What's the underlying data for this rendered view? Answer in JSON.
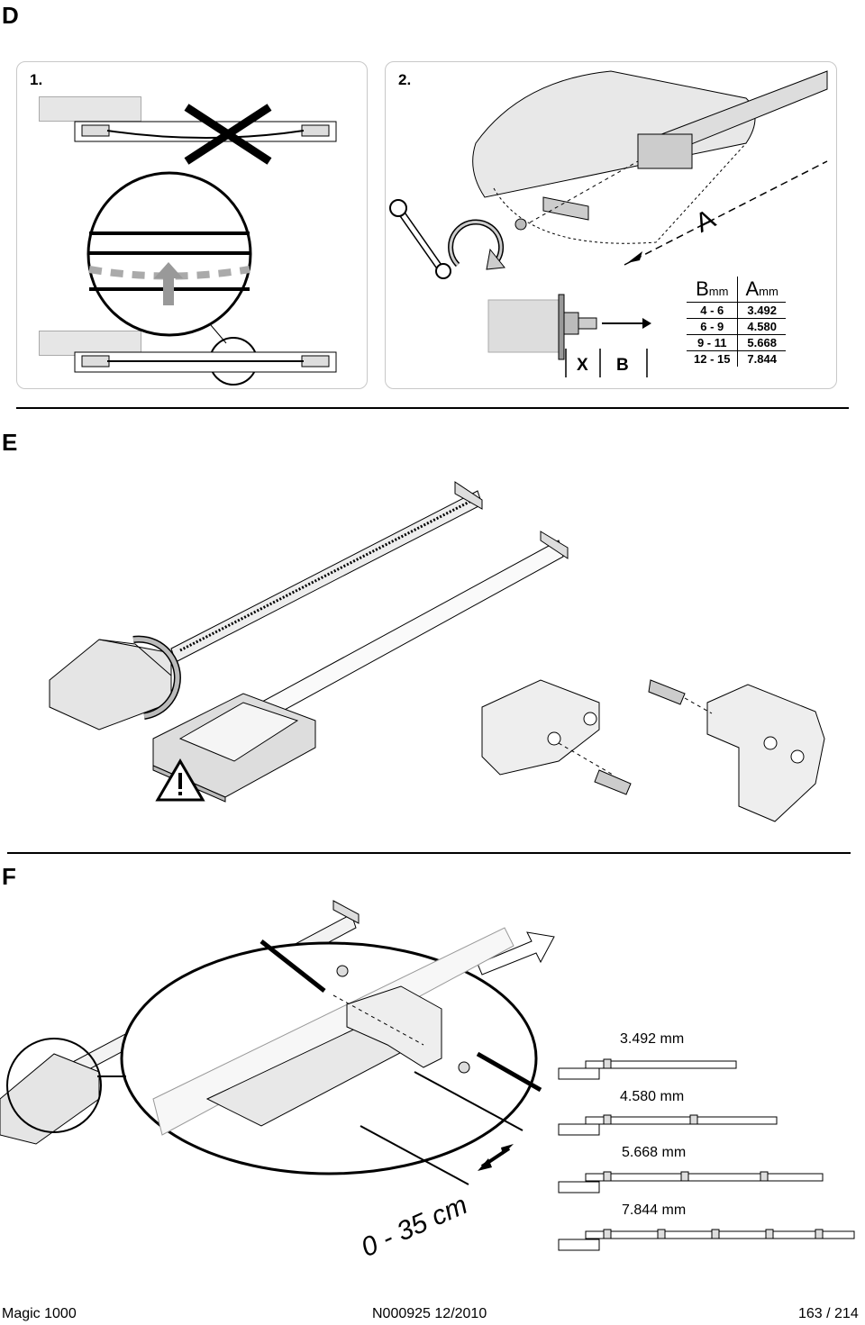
{
  "sections": {
    "d": "D",
    "e": "E",
    "f": "F"
  },
  "panel1": {
    "step": "1."
  },
  "panel2": {
    "step": "2.",
    "a_label": "A",
    "x_label": "X",
    "b_label": "B",
    "table": {
      "header_b": "B",
      "header_b_unit": "mm",
      "header_a": "A",
      "header_a_unit": "mm",
      "rows": [
        {
          "b": "4 - 6",
          "a": "3.492"
        },
        {
          "b": "6 - 9",
          "a": "4.580"
        },
        {
          "b": "9 - 11",
          "a": "5.668"
        },
        {
          "b": "12 - 15",
          "a": "7.844"
        }
      ]
    }
  },
  "section_f": {
    "range_label": "0 - 35 cm",
    "rail_lengths": [
      "3.492 mm",
      "4.580 mm",
      "5.668 mm",
      "7.844 mm"
    ]
  },
  "footer": {
    "left": "Magic 1000",
    "center": "N000925 12/2010",
    "right": "163 / 214"
  },
  "icons": [
    "wrench-icon",
    "rotate-arrow-icon",
    "warning-icon",
    "push-arrow-icon",
    "double-arrow-icon"
  ]
}
